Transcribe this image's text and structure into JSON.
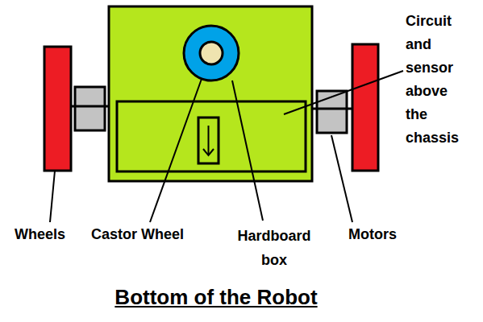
{
  "diagram": {
    "title": "Bottom of the Robot",
    "labels": [
      "Circuit and sensor above the chassis",
      "Wheels",
      "Castor Wheel",
      "Hardboard box",
      "Motors"
    ]
  }
}
